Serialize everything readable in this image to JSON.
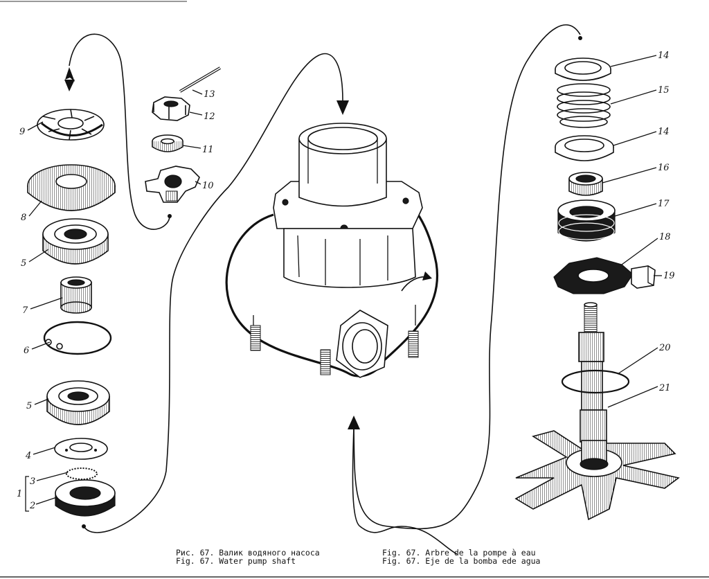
{
  "parts": [
    {
      "id": "9",
      "label": "9"
    },
    {
      "id": "8",
      "label": "8"
    },
    {
      "id": "5a",
      "label": "5"
    },
    {
      "id": "7",
      "label": "7"
    },
    {
      "id": "6",
      "label": "6"
    },
    {
      "id": "5b",
      "label": "5"
    },
    {
      "id": "4",
      "label": "4"
    },
    {
      "id": "3",
      "label": "3"
    },
    {
      "id": "1",
      "label": "1"
    },
    {
      "id": "2",
      "label": "2"
    },
    {
      "id": "13",
      "label": "13"
    },
    {
      "id": "12",
      "label": "12"
    },
    {
      "id": "11",
      "label": "11"
    },
    {
      "id": "10",
      "label": "10"
    },
    {
      "id": "14a",
      "label": "14"
    },
    {
      "id": "15",
      "label": "15"
    },
    {
      "id": "14b",
      "label": "14"
    },
    {
      "id": "16",
      "label": "16"
    },
    {
      "id": "17",
      "label": "17"
    },
    {
      "id": "18",
      "label": "18"
    },
    {
      "id": "19",
      "label": "19"
    },
    {
      "id": "20",
      "label": "20"
    },
    {
      "id": "21",
      "label": "21"
    }
  ],
  "caption": {
    "ru": "Рис. 67. Валик водяного насоса",
    "en": "Fig. 67. Water pump shaft",
    "fr": "Fig. 67. Arbre de la pompe à eau",
    "es": "Fig. 67. Eje de la bomba ede agua"
  }
}
